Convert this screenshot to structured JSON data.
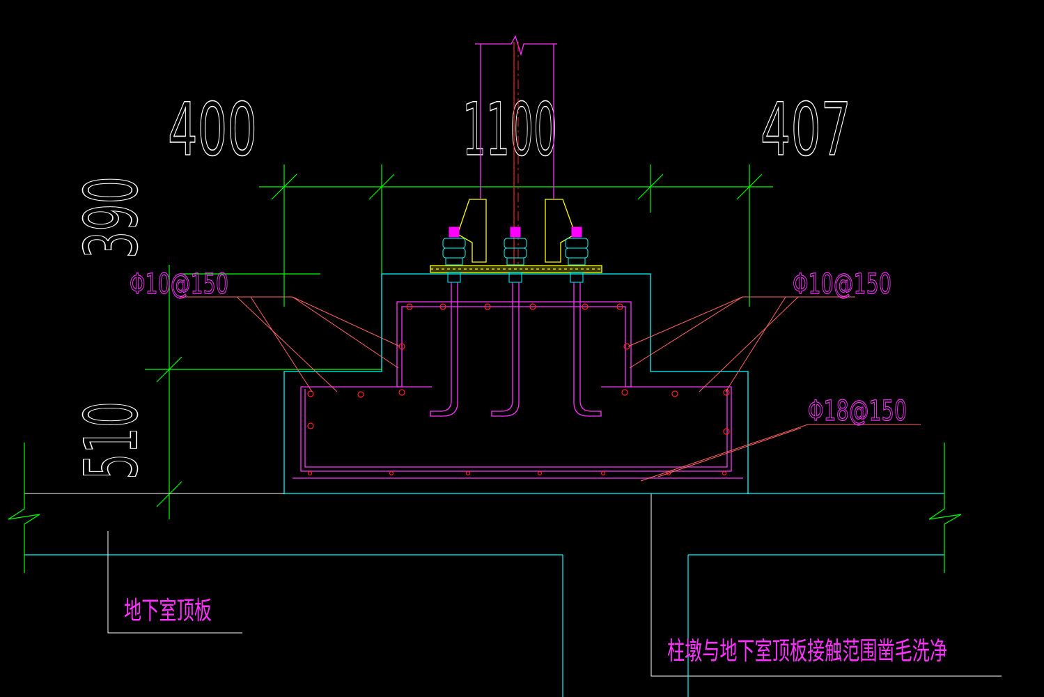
{
  "dimensions": {
    "left_width": "400",
    "center_width": "1100",
    "right_width": "407",
    "upper_height": "390",
    "lower_height": "510"
  },
  "rebar_labels": {
    "left_stirrup": "Φ10@150",
    "right_stirrup": "Φ10@150",
    "bottom_mesh": "Φ18@150"
  },
  "notes": {
    "slab_label": "地下室顶板",
    "contact_note": "柱墩与地下室顶板接触范围凿毛洗净"
  },
  "colors": {
    "background": "#000000",
    "dimension_line": "#00ff00",
    "concrete_outline": "#00ffff",
    "rebar": "#ff33ff",
    "rebar_dot": "#ff2222",
    "base_plate": "#ffff00",
    "column_centerline": "#ff0000",
    "leader": "#ff6666"
  }
}
